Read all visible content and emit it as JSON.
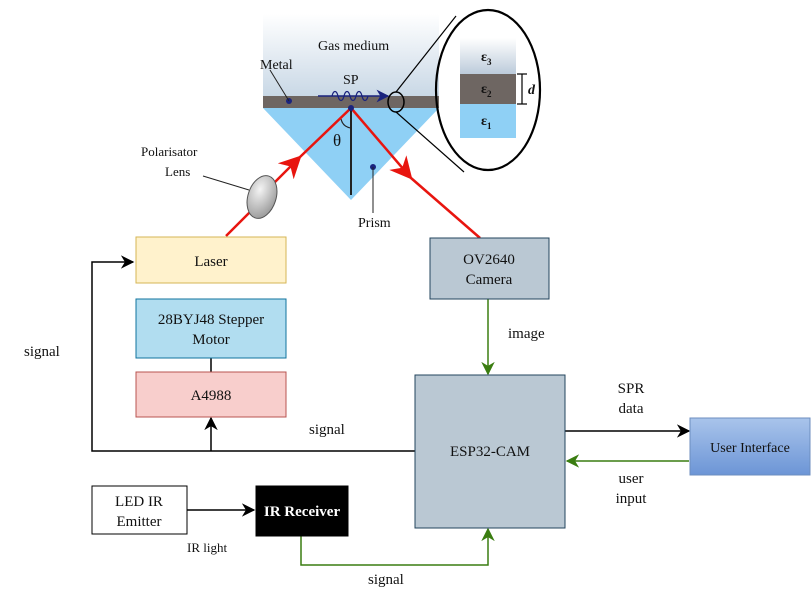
{
  "optics": {
    "gas_medium": "Gas medium",
    "metal": "Metal",
    "sp": "SP",
    "theta": "θ",
    "prism": "Prism",
    "polarisator": "Polarisator",
    "lens": "Lens",
    "eps3": "ε",
    "eps3_sub": "3",
    "eps2": "ε",
    "eps2_sub": "2",
    "eps1": "ε",
    "eps1_sub": "1",
    "d": "d"
  },
  "blocks": {
    "laser": "Laser",
    "stepper_line1": "28BYJ48 Stepper",
    "stepper_line2": "Motor",
    "a4988": "A4988",
    "camera_line1": "OV2640",
    "camera_line2": "Camera",
    "esp32": "ESP32-CAM",
    "user_interface": "User Interface",
    "led_line1": "LED IR",
    "led_line2": "Emitter",
    "ir_receiver": "IR Receiver"
  },
  "labels": {
    "image": "image",
    "signal_left": "signal",
    "signal_mid": "signal",
    "signal_bottom": "signal",
    "spr_line1": "SPR",
    "spr_line2": "data",
    "user_line1": "user",
    "user_line2": "input",
    "ir_light": "IR light"
  },
  "colors": {
    "laser_beam": "#e8150f",
    "arrow_green": "#3a7d10",
    "laser_fill": "#fff2cc",
    "stepper_fill": "#b1ddf0",
    "a4988_fill": "#f8cecc",
    "gray_fill": "#bac8d3",
    "ui_fill": "#7ea6e0",
    "prism_fill": "#8fd0f5",
    "metal_fill": "#6e6662"
  }
}
